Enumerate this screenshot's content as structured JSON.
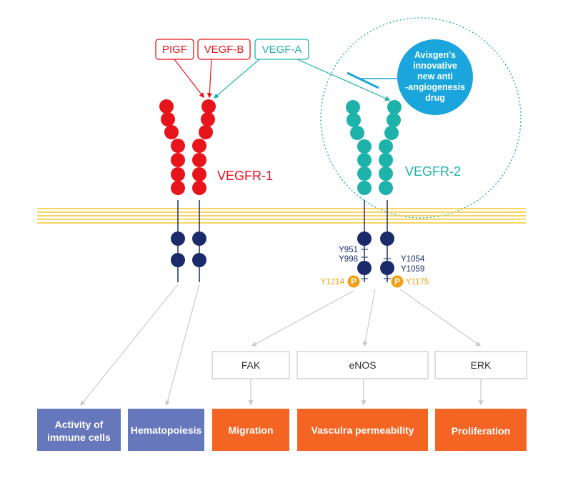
{
  "colors": {
    "red": "#e8141c",
    "teal": "#1db3ab",
    "navy": "#1b2a6b",
    "membrane": "#f5c92e",
    "phospho": "#f2a016",
    "drug": "#1aa6dd",
    "blue_box": "#6677bb",
    "orange_box": "#f46422",
    "arrow_gray": "#c9c9c9",
    "box_border": "#bdbdbd"
  },
  "ligands": [
    {
      "label": "PIGF",
      "color": "red"
    },
    {
      "label": "VEGF-B",
      "color": "red"
    },
    {
      "label": "VEGF-A",
      "color": "teal"
    }
  ],
  "drug": {
    "lines": [
      "Avixgen's",
      "innovative",
      "new anti",
      "-angiogenesis",
      "drug"
    ]
  },
  "receptors": {
    "vegfr1": {
      "label": "VEGFR-1"
    },
    "vegfr2": {
      "label": "VEGFR-2"
    }
  },
  "sites": {
    "left": [
      "Y951",
      "Y998"
    ],
    "right": [
      "Y1054",
      "Y1059"
    ],
    "phospho_left": "Y1214",
    "phospho_right": "Y1175",
    "phospho_symbol": "P"
  },
  "mediators": [
    "FAK",
    "eNOS",
    "ERK"
  ],
  "outcomes": [
    {
      "lines": [
        "Activity of",
        "immune cells"
      ],
      "color": "blue_box"
    },
    {
      "lines": [
        "Hematopoiesis"
      ],
      "color": "blue_box"
    },
    {
      "lines": [
        "Migration"
      ],
      "color": "orange_box"
    },
    {
      "lines": [
        "Vasculra permeability"
      ],
      "color": "orange_box"
    },
    {
      "lines": [
        "Proliferation"
      ],
      "color": "orange_box"
    }
  ]
}
